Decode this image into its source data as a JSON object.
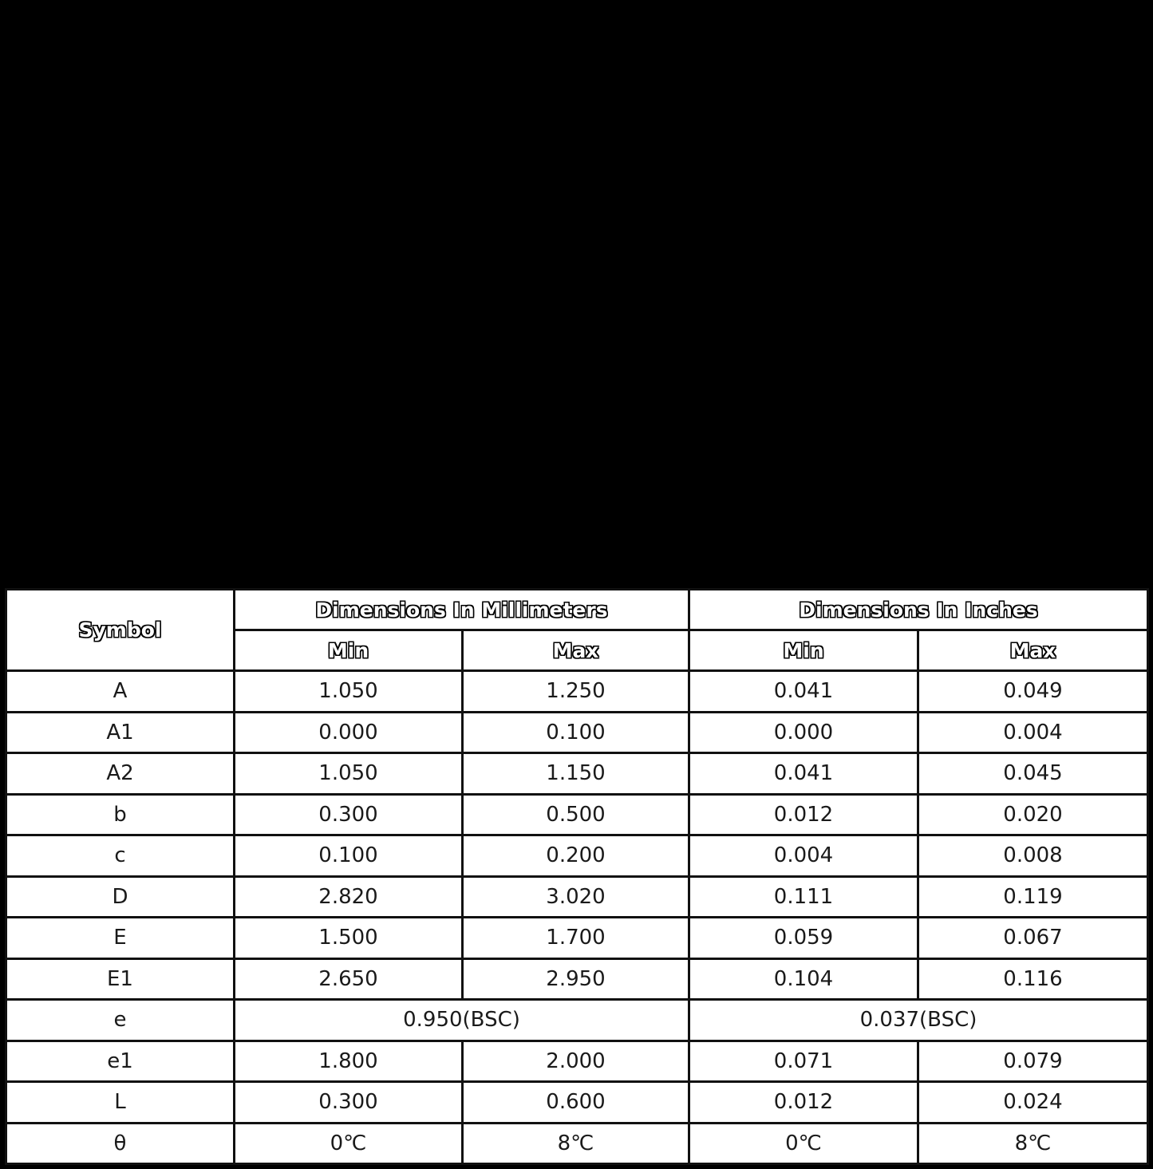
{
  "labels": {
    "D": "D",
    "b": "b",
    "E1": "E1",
    "E": "E",
    "e": "e",
    "e1": "e1",
    "theta": "θ",
    "dim_0_2": "0.2",
    "L": "L",
    "c": "c",
    "A1": "A1",
    "A2": "A2",
    "A": "A"
  },
  "table": {
    "symbol_header": "Symbol",
    "mm_header": "Dimensions In Millimeters",
    "in_header": "Dimensions In Inches",
    "min_label": "Min",
    "max_label": "Max",
    "rows": [
      {
        "symbol": "A",
        "mm_min": "1.050",
        "mm_max": "1.250",
        "in_min": "0.041",
        "in_max": "0.049"
      },
      {
        "symbol": "A1",
        "mm_min": "0.000",
        "mm_max": "0.100",
        "in_min": "0.000",
        "in_max": "0.004"
      },
      {
        "symbol": "A2",
        "mm_min": "1.050",
        "mm_max": "1.150",
        "in_min": "0.041",
        "in_max": "0.045"
      },
      {
        "symbol": "b",
        "mm_min": "0.300",
        "mm_max": "0.500",
        "in_min": "0.012",
        "in_max": "0.020"
      },
      {
        "symbol": "c",
        "mm_min": "0.100",
        "mm_max": "0.200",
        "in_min": "0.004",
        "in_max": "0.008"
      },
      {
        "symbol": "D",
        "mm_min": "2.820",
        "mm_max": "3.020",
        "in_min": "0.111",
        "in_max": "0.119"
      },
      {
        "symbol": "E",
        "mm_min": "1.500",
        "mm_max": "1.700",
        "in_min": "0.059",
        "in_max": "0.067"
      },
      {
        "symbol": "E1",
        "mm_min": "2.650",
        "mm_max": "2.950",
        "in_min": "0.104",
        "in_max": "0.116"
      },
      {
        "symbol": "e",
        "mm_bsc": "0.950(BSC)",
        "in_bsc": "0.037(BSC)"
      },
      {
        "symbol": "e1",
        "mm_min": "1.800",
        "mm_max": "2.000",
        "in_min": "0.071",
        "in_max": "0.079"
      },
      {
        "symbol": "L",
        "mm_min": "0.300",
        "mm_max": "0.600",
        "in_min": "0.012",
        "in_max": "0.024"
      },
      {
        "symbol": "θ",
        "mm_min": "0℃",
        "mm_max": "8℃",
        "in_min": "0℃",
        "in_max": "8℃"
      }
    ]
  }
}
